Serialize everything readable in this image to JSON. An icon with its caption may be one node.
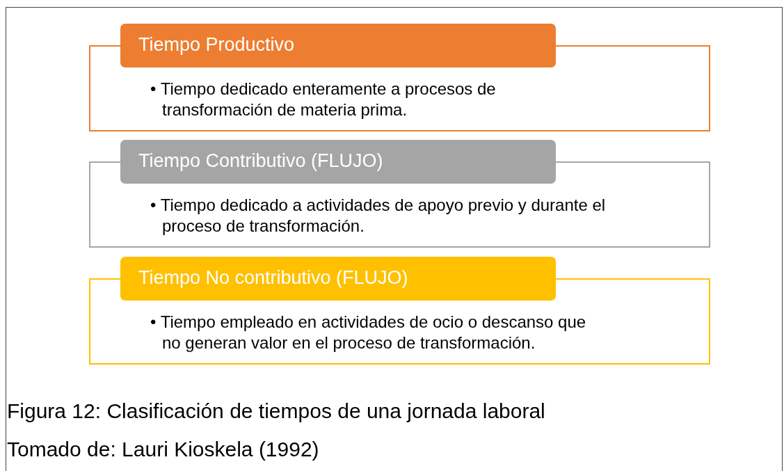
{
  "diagram": {
    "caption": "Figura 12: Clasificación de tiempos de una jornada laboral",
    "nodes": [
      {
        "text": [
          "Tiempo Productivo",
          "• Tiempo dedicado enteramente a procesos de transformación de materia prima."
        ]
      },
      {
        "text": [
          "Tiempo Contributivo (FLUJO)",
          "• Tiempo dedicado a actividades de apoyo previo y durante el proceso de transformación."
        ]
      },
      {
        "text": [
          "Tiempo No contributivo (FLUJO)",
          "• Tiempo empleado en actividades de ocio o descanso que no generan valor en el proceso de transformación."
        ]
      }
    ],
    "labels": [
      "Tomado de: Lauri Kioskela (1992)"
    ]
  }
}
